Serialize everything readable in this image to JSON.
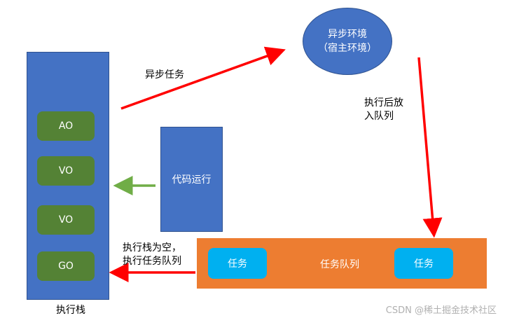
{
  "execution_stack": {
    "label": "执行栈",
    "frames": [
      "AO",
      "VO",
      "VO",
      "GO"
    ]
  },
  "code_box": {
    "label": "代码运行"
  },
  "async_env": {
    "line1": "异步环境",
    "line2": "（宿主环境）"
  },
  "task_queue": {
    "label": "任务队列",
    "task_left": "任务",
    "task_right": "任务"
  },
  "edge_labels": {
    "async_task": "异步任务",
    "to_queue_line1": "执行后放",
    "to_queue_line2": "入队列",
    "stack_empty_line1": "执行栈为空，",
    "stack_empty_line2": "执行任务队列"
  },
  "watermark": "CSDN @稀土掘金技术社区",
  "colors": {
    "box_blue": "#4472c4",
    "frame_green": "#548235",
    "queue_orange": "#ed7d31",
    "task_cyan": "#00b0f0",
    "arrow_red": "#ff0000",
    "arrow_green": "#70ad47"
  }
}
